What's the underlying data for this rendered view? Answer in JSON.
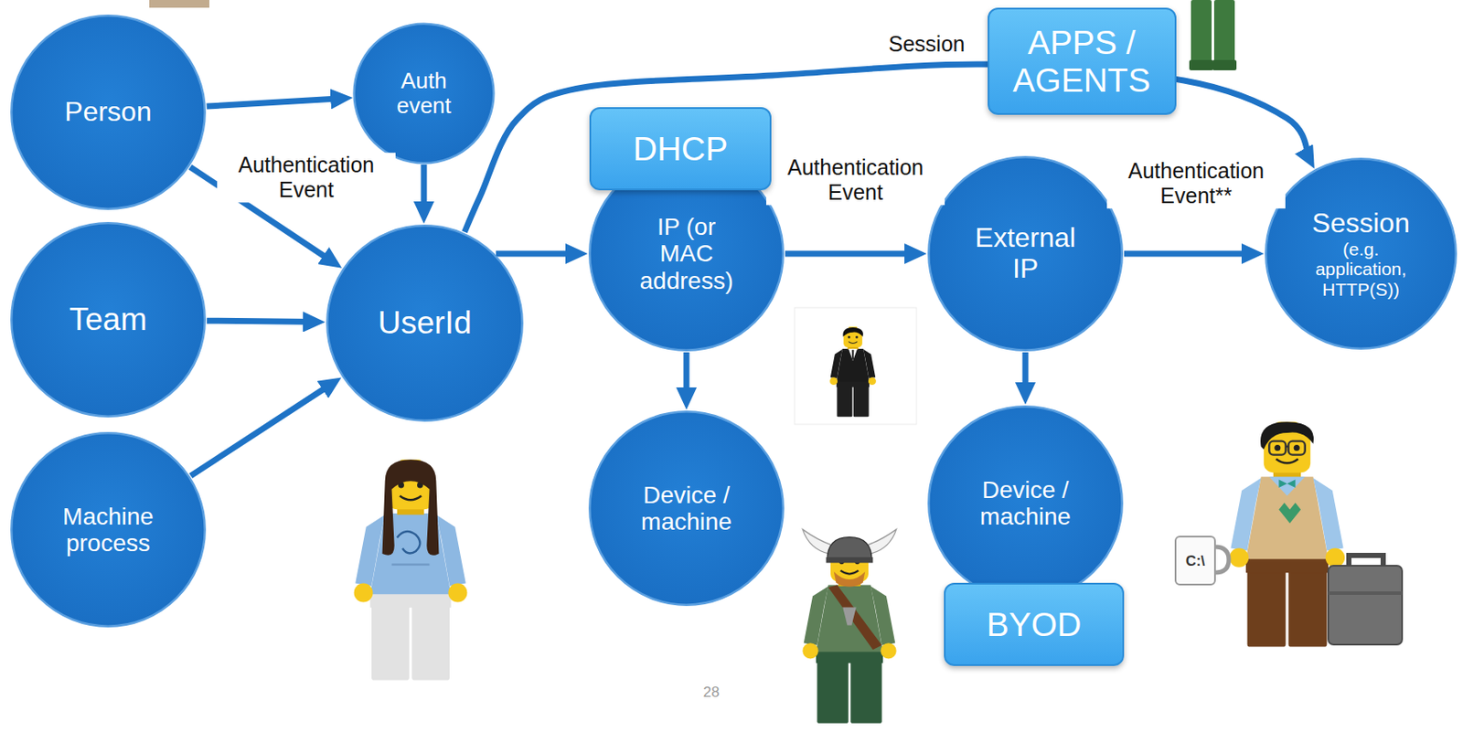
{
  "diagram": {
    "nodes": [
      {
        "text": [
          "Person"
        ]
      },
      {
        "text": [
          "Auth event"
        ]
      },
      {
        "text": [
          "UserId"
        ]
      },
      {
        "text": [
          "Team"
        ]
      },
      {
        "text": [
          "Machine process"
        ]
      },
      {
        "text": [
          "DHCP"
        ]
      },
      {
        "text": [
          "IP (or MAC address)"
        ]
      },
      {
        "text": [
          "Device / machine"
        ]
      },
      {
        "text": [
          "APPS / AGENTS"
        ]
      },
      {
        "text": [
          "External IP"
        ]
      },
      {
        "text": [
          "Device / machine"
        ]
      },
      {
        "text": [
          "BYOD"
        ]
      },
      {
        "text": [
          "Session",
          "(e.g. application, HTTP(S))"
        ]
      }
    ],
    "edges": [
      {
        "from": 0,
        "to": 1,
        "arrow": "to"
      },
      {
        "from": 0,
        "to": 2,
        "label": "Authentication Event",
        "arrow": "to"
      },
      {
        "from": 1,
        "to": 2,
        "arrow": "to"
      },
      {
        "from": 3,
        "to": 2,
        "arrow": "to"
      },
      {
        "from": 4,
        "to": 2,
        "arrow": "to"
      },
      {
        "from": 2,
        "to": 12,
        "label": "Session",
        "arrow": "to"
      },
      {
        "from": 2,
        "to": 6,
        "arrow": "to"
      },
      {
        "from": 6,
        "to": 7,
        "arrow": "to"
      },
      {
        "from": 6,
        "to": 9,
        "label": "Authentication Event",
        "arrow": "to"
      },
      {
        "from": 9,
        "to": 10,
        "arrow": "to"
      },
      {
        "from": 9,
        "to": 12,
        "label": "Authentication Event**",
        "arrow": "to"
      }
    ],
    "labels": [
      "28",
      "C:\\"
    ]
  }
}
